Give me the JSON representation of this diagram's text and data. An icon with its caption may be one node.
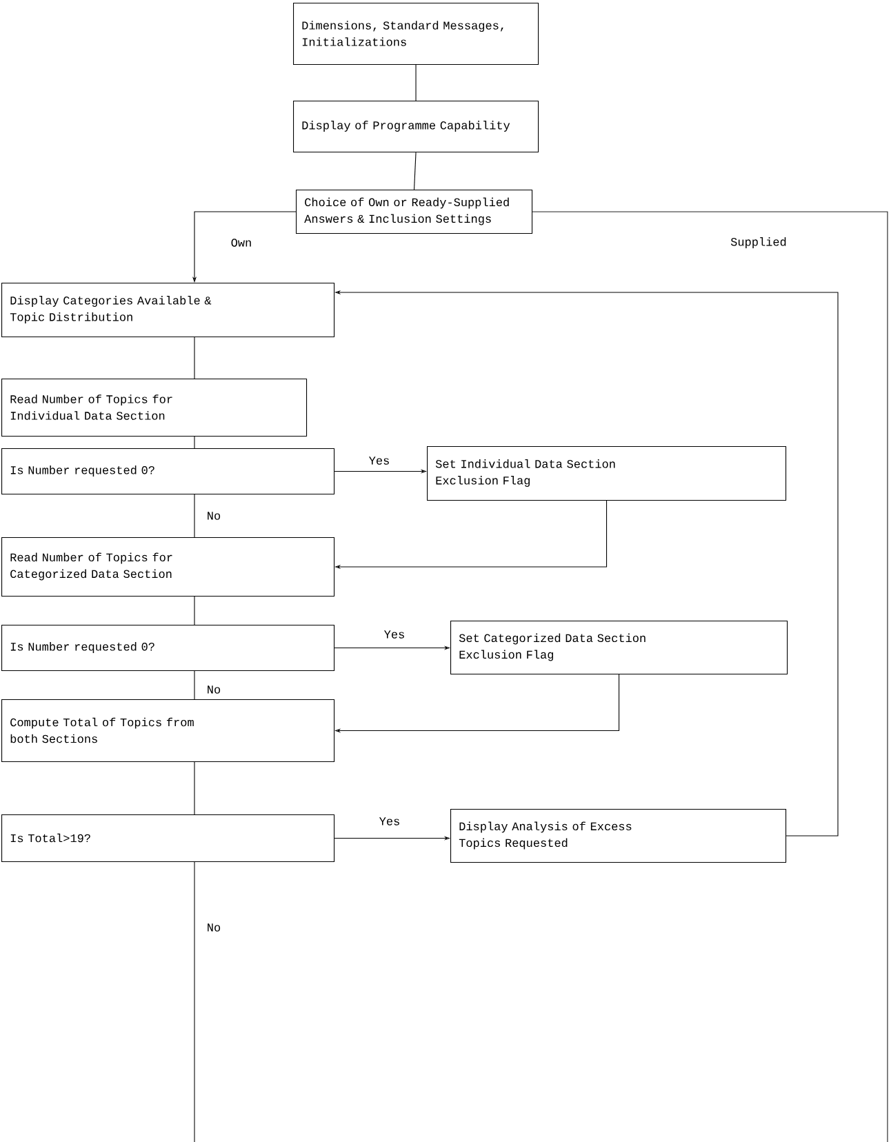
{
  "diagram": {
    "nodes": [
      {
        "text": [
          "Dimensions, Standard Messages, Initializations"
        ]
      },
      {
        "text": [
          "Display of Programme Capability"
        ]
      },
      {
        "text": [
          "Choice of Own or Ready-Supplied Answers & Inclusion Settings"
        ]
      },
      {
        "text": [
          "Display Categories Available & Topic Distribution"
        ]
      },
      {
        "text": [
          "Read Number of Topics for Individual Data Section"
        ]
      },
      {
        "text": [
          "Is Number requested 0?"
        ]
      },
      {
        "text": [
          "Set Individual Data Section Exclusion Flag"
        ]
      },
      {
        "text": [
          "Read Number of Topics for Categorized Data Section"
        ]
      },
      {
        "text": [
          "Is Number requested 0?"
        ]
      },
      {
        "text": [
          "Set Categorized Data Section Exclusion Flag"
        ]
      },
      {
        "text": [
          "Compute Total of Topics from both Sections"
        ]
      },
      {
        "text": [
          "Is Total>19?"
        ]
      },
      {
        "text": [
          "Display Analysis of Excess Topics Requested"
        ]
      }
    ],
    "edges": [
      {
        "from": 0,
        "to": 1,
        "arrow": "none"
      },
      {
        "from": 1,
        "to": 2,
        "arrow": "none"
      },
      {
        "from": 2,
        "to": 3,
        "arrow": "to",
        "label": "Own"
      },
      {
        "from": 2,
        "to": null,
        "arrow": "none",
        "label": "Supplied"
      },
      {
        "from": 3,
        "to": 4,
        "arrow": "none"
      },
      {
        "from": 4,
        "to": 5,
        "arrow": "none"
      },
      {
        "from": 5,
        "to": 6,
        "arrow": "to",
        "label": "Yes"
      },
      {
        "from": 5,
        "to": 7,
        "arrow": "none",
        "label": "No"
      },
      {
        "from": 6,
        "to": 7,
        "arrow": "to"
      },
      {
        "from": 7,
        "to": 8,
        "arrow": "none"
      },
      {
        "from": 8,
        "to": 9,
        "arrow": "to",
        "label": "Yes"
      },
      {
        "from": 8,
        "to": 10,
        "arrow": "none",
        "label": "No"
      },
      {
        "from": 9,
        "to": 10,
        "arrow": "to"
      },
      {
        "from": 10,
        "to": 11,
        "arrow": "none"
      },
      {
        "from": 11,
        "to": 12,
        "arrow": "to",
        "label": "Yes"
      },
      {
        "from": 12,
        "to": 3,
        "arrow": "to"
      },
      {
        "from": 11,
        "to": null,
        "arrow": "none",
        "label": "No"
      }
    ]
  }
}
